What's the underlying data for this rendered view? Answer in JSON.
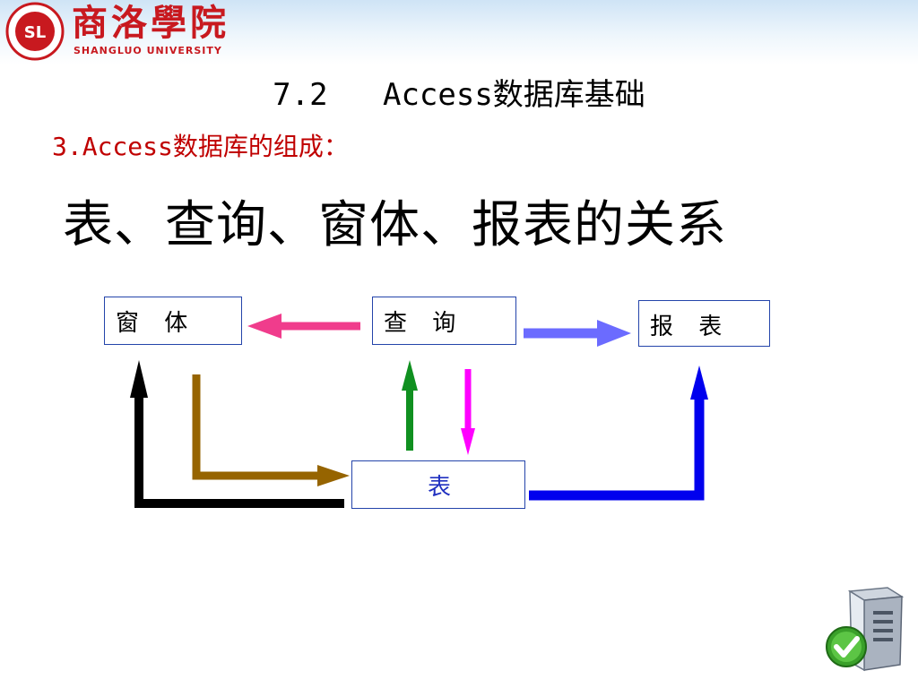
{
  "header": {
    "logo_name": "商洛學院",
    "logo_english": "SHANGLUO UNIVERSITY",
    "seal_monogram": "SL"
  },
  "slide": {
    "title": "7.2   Access数据库基础",
    "subtitle": "3.Access数据库的组成：",
    "heading": "表、查询、窗体、报表的关系"
  },
  "diagram": {
    "form": "窗 体",
    "query": "查 询",
    "report": "报 表",
    "table": "表"
  },
  "colors": {
    "brand_red": "#c8191f",
    "subtitle_red": "#c00000",
    "box_border": "#2444aa",
    "arrow_query_to_form": "#f03c8c",
    "arrow_query_to_report": "#6b6bff",
    "arrow_table_to_query": "#109020",
    "arrow_query_to_table": "#ff00ff",
    "arrow_table_to_form": "#000000",
    "arrow_form_to_table": "#966400",
    "arrow_table_to_report": "#0000ee"
  },
  "icons": {
    "corner": "server-checkmark-icon"
  }
}
